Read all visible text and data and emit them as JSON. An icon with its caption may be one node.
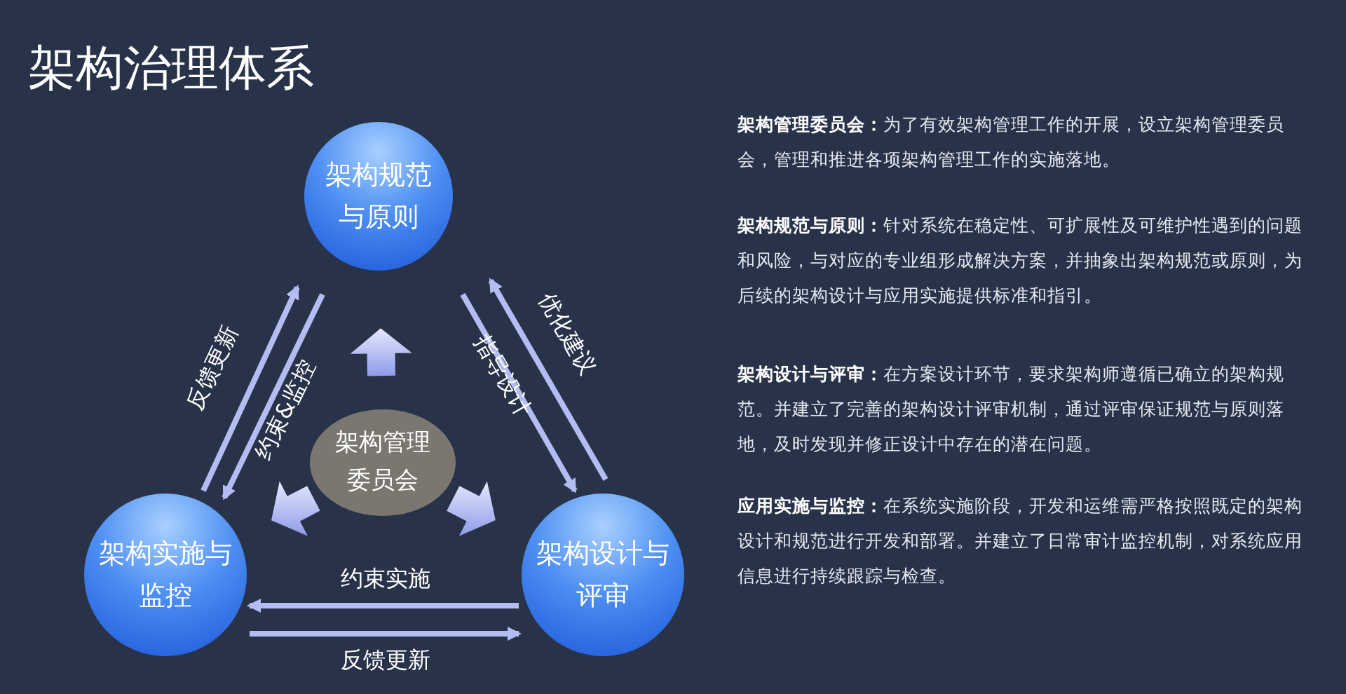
{
  "diagram": {
    "title": "架构治理体系",
    "nodes": [
      {
        "text": [
          "架构规范与原则"
        ]
      },
      {
        "text": [
          "架构实施与监控"
        ]
      },
      {
        "text": [
          "架构设计与评审"
        ]
      },
      {
        "text": [
          "架构管理委员会"
        ]
      }
    ],
    "edges": [
      {
        "from": 1,
        "to": 0,
        "arrow": "to",
        "label": "反馈更新"
      },
      {
        "from": 0,
        "to": 1,
        "arrow": "to",
        "label": "约束&监控"
      },
      {
        "from": 0,
        "to": 2,
        "arrow": "to",
        "label": "指导设计"
      },
      {
        "from": 2,
        "to": 0,
        "arrow": "to",
        "label": "优化建议"
      },
      {
        "from": 2,
        "to": 1,
        "arrow": "to",
        "label": "约束实施"
      },
      {
        "from": 1,
        "to": 2,
        "arrow": "to",
        "label": "反馈更新"
      },
      {
        "from": 3,
        "to": 0,
        "arrow": "to",
        "style": "thick"
      },
      {
        "from": 3,
        "to": 1,
        "arrow": "to",
        "style": "thick"
      },
      {
        "from": 3,
        "to": 2,
        "arrow": "to",
        "style": "thick"
      }
    ],
    "labels": [
      "**架构管理委员会：**为了有效架构管理工作的开展，设立架构管理委员会，管理和推进各项架构管理工作的实施落地。",
      "**架构规范与原则：**针对系统在稳定性、可扩展性及可维护性遇到的问题和风险，与对应的专业组形成解决方案，并抽象出架构规范或原则，为后续的架构设计与应用实施提供标准和指引。",
      "**架构设计与评审：**在方案设计环节，要求架构师遵循已确立的架构规范。并建立了完善的架构设计评审机制，通过评审保证规范与原则落地，及时发现并修正设计中存在的潜在问题。",
      "**应用实施与监控：**在系统实施阶段，开发和运维需严格按照既定的架构设计和规范进行开发和部署。并建立了日常审计监控机制，对系统应用信息进行持续跟踪与检查。"
    ]
  }
}
